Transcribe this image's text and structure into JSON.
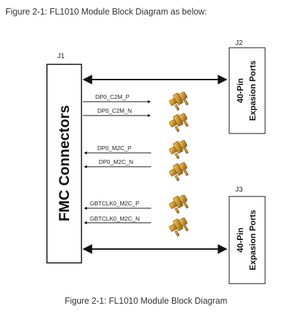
{
  "header": {
    "caption": "Figure 2-1: FL1010 Module Block Diagram as below:"
  },
  "footer": {
    "caption": "Figure 2-1: FL1010 Module Block Diagram"
  },
  "blocks": {
    "fmc": {
      "ref": "J1",
      "label": "FMC Connectors"
    },
    "j2": {
      "ref": "J2",
      "line1": "40-Pin",
      "line2": "Expasion Ports"
    },
    "j3": {
      "ref": "J3",
      "line1": "40-Pin",
      "line2": "Expasion Ports"
    }
  },
  "signals": [
    {
      "name": "DP0_C2M_P",
      "direction": "out"
    },
    {
      "name": "DP0_C2M_N",
      "direction": "out"
    },
    {
      "name": "DP0_M2C_P",
      "direction": "in"
    },
    {
      "name": "DP0_M2C_N",
      "direction": "in"
    },
    {
      "name": "GBTCLK0_M2C_P",
      "direction": "in"
    },
    {
      "name": "GBTCLK0_M2C_N",
      "direction": "in"
    }
  ],
  "connector_icon": "sma-connector-icon"
}
